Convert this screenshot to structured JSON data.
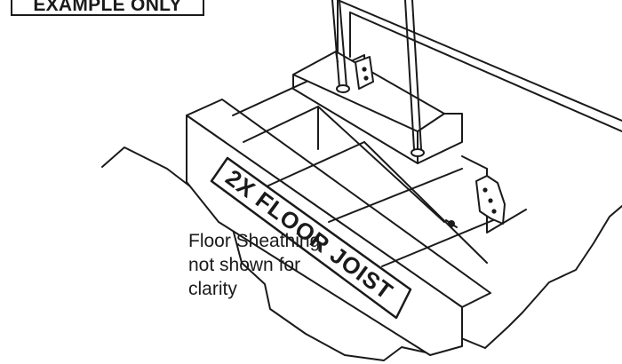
{
  "stamp": {
    "text": "EXAMPLE ONLY"
  },
  "joist_label": "2X FLOOR JOIST",
  "note": {
    "line1": "Floor Sheathing",
    "line2": "not shown for",
    "line3": "clarity"
  }
}
